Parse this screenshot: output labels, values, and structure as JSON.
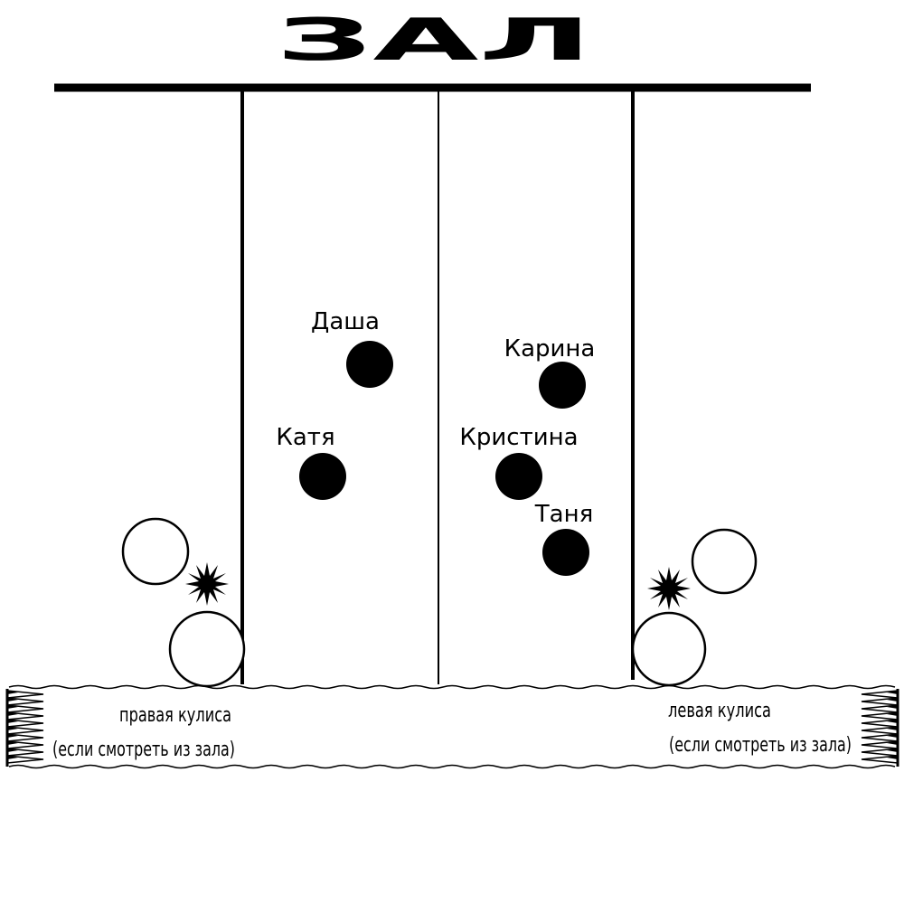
{
  "hall": {
    "title": "ЗАЛ"
  },
  "dancers": [
    {
      "name": "Даша"
    },
    {
      "name": "Катя"
    },
    {
      "name": "Карина"
    },
    {
      "name": "Кристина"
    },
    {
      "name": "Таня"
    }
  ],
  "wings": {
    "right": {
      "line1": "правая кулиса",
      "line2": "(если смотреть из зала)"
    },
    "left": {
      "line1": "левая кулиса",
      "line2": "(если смотреть из зала)"
    }
  },
  "colors": {
    "ink": "#000000",
    "paper": "#ffffff"
  }
}
